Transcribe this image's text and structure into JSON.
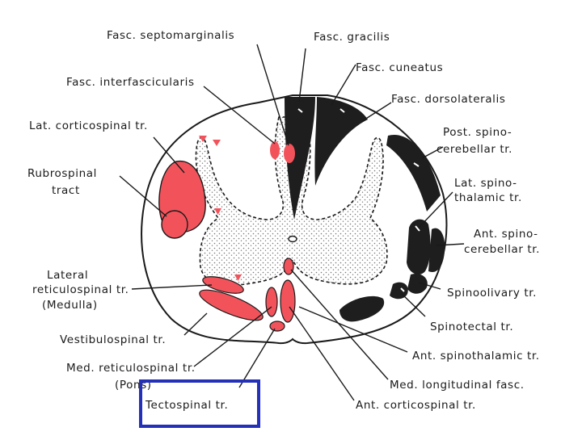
{
  "colors": {
    "ascending_tract_fill": "#1e1e1e",
    "descending_tract_fill": "#f2535b",
    "gray_matter_stipple": "#777777",
    "outline": "#1a1a1a",
    "highlight_box": "#2430b8"
  },
  "labels": {
    "fasc_septomarginalis": "Fasc. septomarginalis",
    "fasc_gracilis": "Fasc. gracilis",
    "fasc_cuneatus": "Fasc. cuneatus",
    "fasc_interfascicularis": "Fasc. interfascicularis",
    "fasc_dorsolateralis": "Fasc. dorsolateralis",
    "lat_corticospinal": "Lat. corticospinal tr.",
    "post_spinocerebellar_1": "Post. spino-",
    "post_spinocerebellar_2": "cerebellar tr.",
    "rubrospinal_1": "Rubrospinal",
    "rubrospinal_2": "tract",
    "lat_spinothalamic_1": "Lat. spino-",
    "lat_spinothalamic_2": "thalamic tr.",
    "ant_spinocerebellar_1": "Ant. spino-",
    "ant_spinocerebellar_2": "cerebellar tr.",
    "lateral_reticulospinal_1": "Lateral",
    "lateral_reticulospinal_2": "reticulospinal tr.",
    "lateral_reticulospinal_3": "(Medulla)",
    "spinoolivary": "Spinoolivary tr.",
    "spinotectal": "Spinotectal tr.",
    "vestibulospinal": "Vestibulospinal tr.",
    "ant_spinothalamic": "Ant. spinothalamic tr.",
    "med_reticulospinal_1": "Med. reticulospinal tr.",
    "med_reticulospinal_2": "(Pons)",
    "med_longitudinal": "Med. longitudinal fasc.",
    "tectospinal": "Tectospinal tr.",
    "ant_corticospinal": "Ant. corticospinal tr."
  }
}
